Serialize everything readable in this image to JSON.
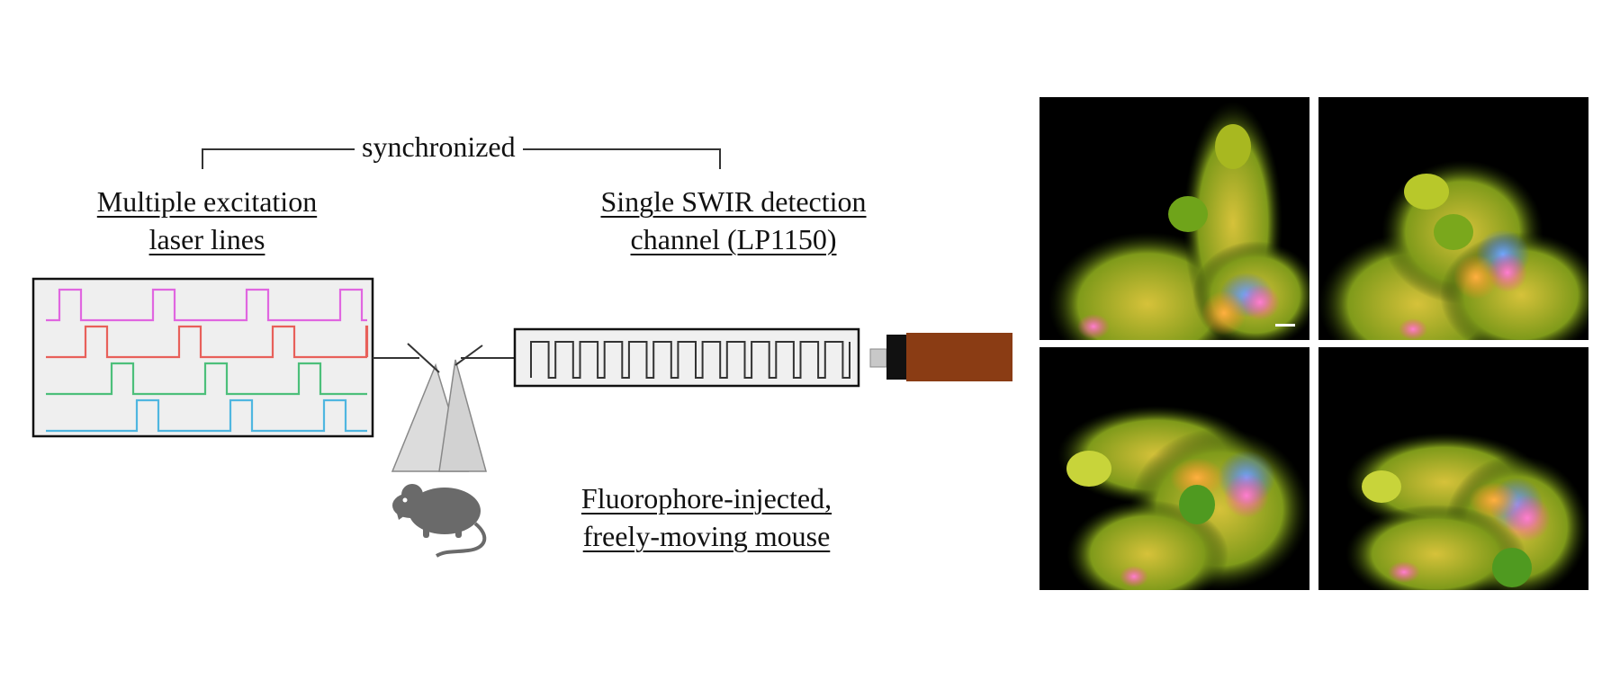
{
  "labels": {
    "synchronized": "synchronized",
    "excitation": [
      "Multiple excitation",
      "laser lines"
    ],
    "detection": [
      "Single SWIR detection",
      "channel (LP1150)"
    ],
    "mouse": [
      "Fluorophore-injected,",
      "freely-moving mouse"
    ]
  },
  "laser_line_colors": [
    "#e066e0",
    "#e8605a",
    "#4cbf7a",
    "#4fb6e0"
  ],
  "camera_color": "#8a3c14",
  "panels": [
    {
      "name": "frame-1",
      "has_scale_bar": true
    },
    {
      "name": "frame-2",
      "has_scale_bar": false
    },
    {
      "name": "frame-3",
      "has_scale_bar": false
    },
    {
      "name": "frame-4",
      "has_scale_bar": false
    }
  ]
}
